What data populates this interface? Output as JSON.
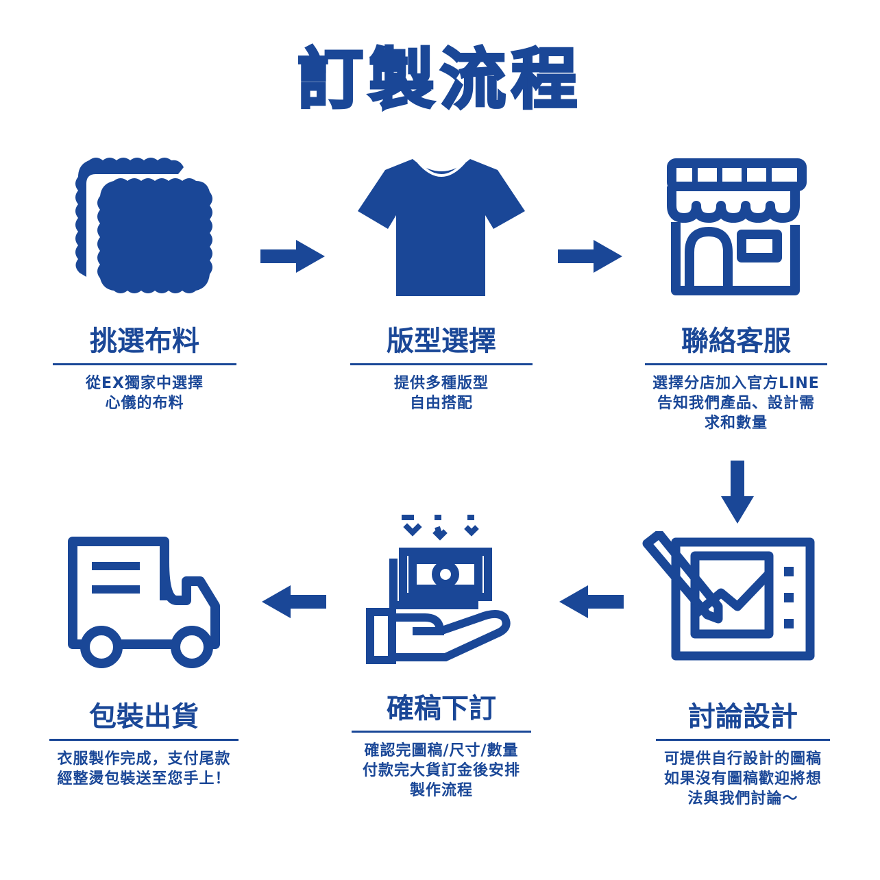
{
  "title": "訂製流程",
  "colors": {
    "primary": "#1a4797",
    "background": "#ffffff"
  },
  "steps": [
    {
      "icon": "fabric-swatch-icon",
      "title": "挑選布料",
      "desc": [
        "從EX獨家中選擇",
        "心儀的布料"
      ]
    },
    {
      "icon": "tshirt-icon",
      "title": "版型選擇",
      "desc": [
        "提供多種版型",
        "自由搭配"
      ]
    },
    {
      "icon": "storefront-icon",
      "title": "聯絡客服",
      "desc": [
        "選擇分店加入官方LINE",
        "告知我們產品、設計需",
        "求和數量"
      ]
    },
    {
      "icon": "drawing-tablet-icon",
      "title": "討論設計",
      "desc": [
        "可提供自行設計的圖稿",
        "如果沒有圖稿歡迎將想",
        "法與我們討論～"
      ]
    },
    {
      "icon": "payment-hand-icon",
      "title": "確稿下訂",
      "desc": [
        "確認完圖稿/尺寸/數量",
        "付款完大貨訂金後安排",
        "製作流程"
      ]
    },
    {
      "icon": "delivery-truck-icon",
      "title": "包裝出貨",
      "desc": [
        "衣服製作完成，支付尾款",
        "經整燙包裝送至您手上！"
      ]
    }
  ]
}
